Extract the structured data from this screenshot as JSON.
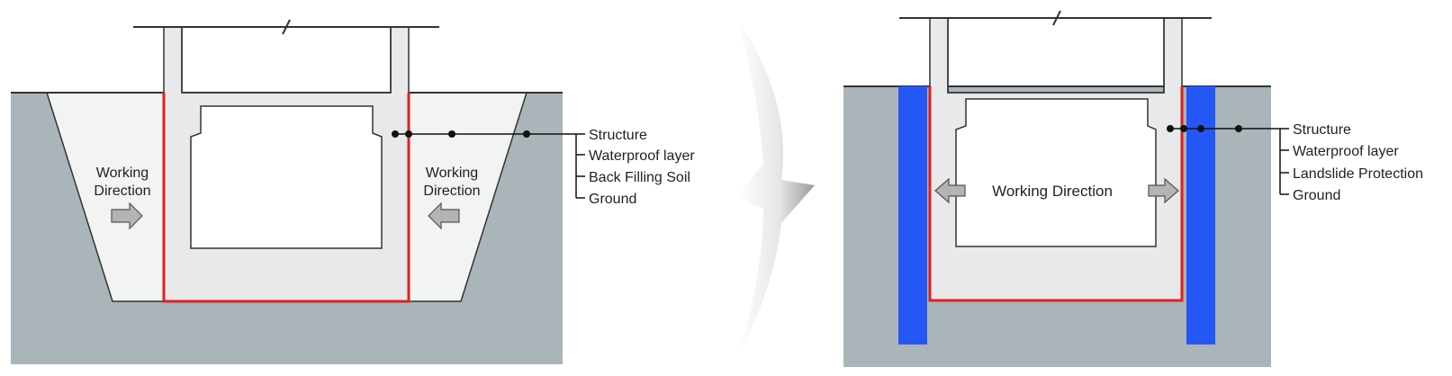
{
  "colors": {
    "ground": "#a9b5b9",
    "structure": "#e7e9ea",
    "backfill": "#f2f3f3",
    "waterproof": "#e02020",
    "landslide": "#2457f5",
    "arrow": "#b4b4b4"
  },
  "left_diagram": {
    "working_direction_left": [
      "Working",
      "Direction"
    ],
    "working_direction_right": [
      "Working",
      "Direction"
    ],
    "legend": [
      "Structure",
      "Waterproof layer",
      "Back Filling Soil",
      "Ground"
    ]
  },
  "right_diagram": {
    "working_direction": "Working Direction",
    "legend": [
      "Structure",
      "Waterproof layer",
      "Landslide Protection",
      "Ground"
    ]
  },
  "transition_icon": "curved-arrow-icon"
}
